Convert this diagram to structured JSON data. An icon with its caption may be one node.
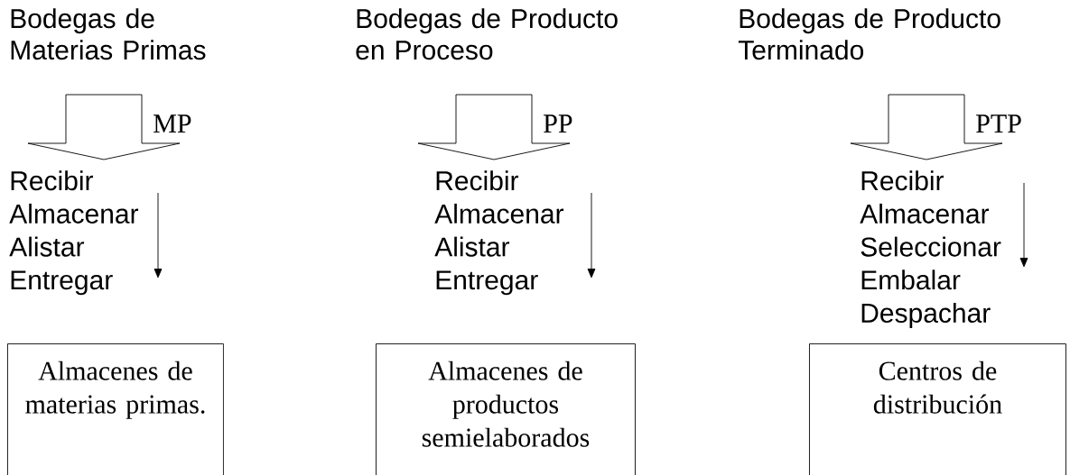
{
  "diagram": {
    "nodes": [
      {
        "text": [
          "Bodegas de Materias Primas"
        ]
      },
      {
        "text": [
          "Bodegas de Producto en Proceso"
        ]
      },
      {
        "text": [
          "Bodegas de Producto Terminado"
        ]
      },
      {
        "text": [
          "Recibir",
          "Almacenar",
          "Alistar",
          "Entregar"
        ]
      },
      {
        "text": [
          "Recibir",
          "Almacenar",
          "Alistar",
          "Entregar"
        ]
      },
      {
        "text": [
          "Recibir",
          "Almacenar",
          "Seleccionar",
          "Embalar",
          "Despachar"
        ]
      },
      {
        "text": [
          "Almacenes de materias primas."
        ]
      },
      {
        "text": [
          "Almacenes de productos semielaborados"
        ]
      },
      {
        "text": [
          "Centros de distribución"
        ]
      }
    ],
    "edges": [
      {
        "from": 0,
        "to": 3,
        "arrow": "to",
        "label": "MP"
      },
      {
        "from": 1,
        "to": 4,
        "arrow": "to",
        "label": "PP"
      },
      {
        "from": 2,
        "to": 5,
        "arrow": "to",
        "label": "PTP"
      }
    ]
  }
}
